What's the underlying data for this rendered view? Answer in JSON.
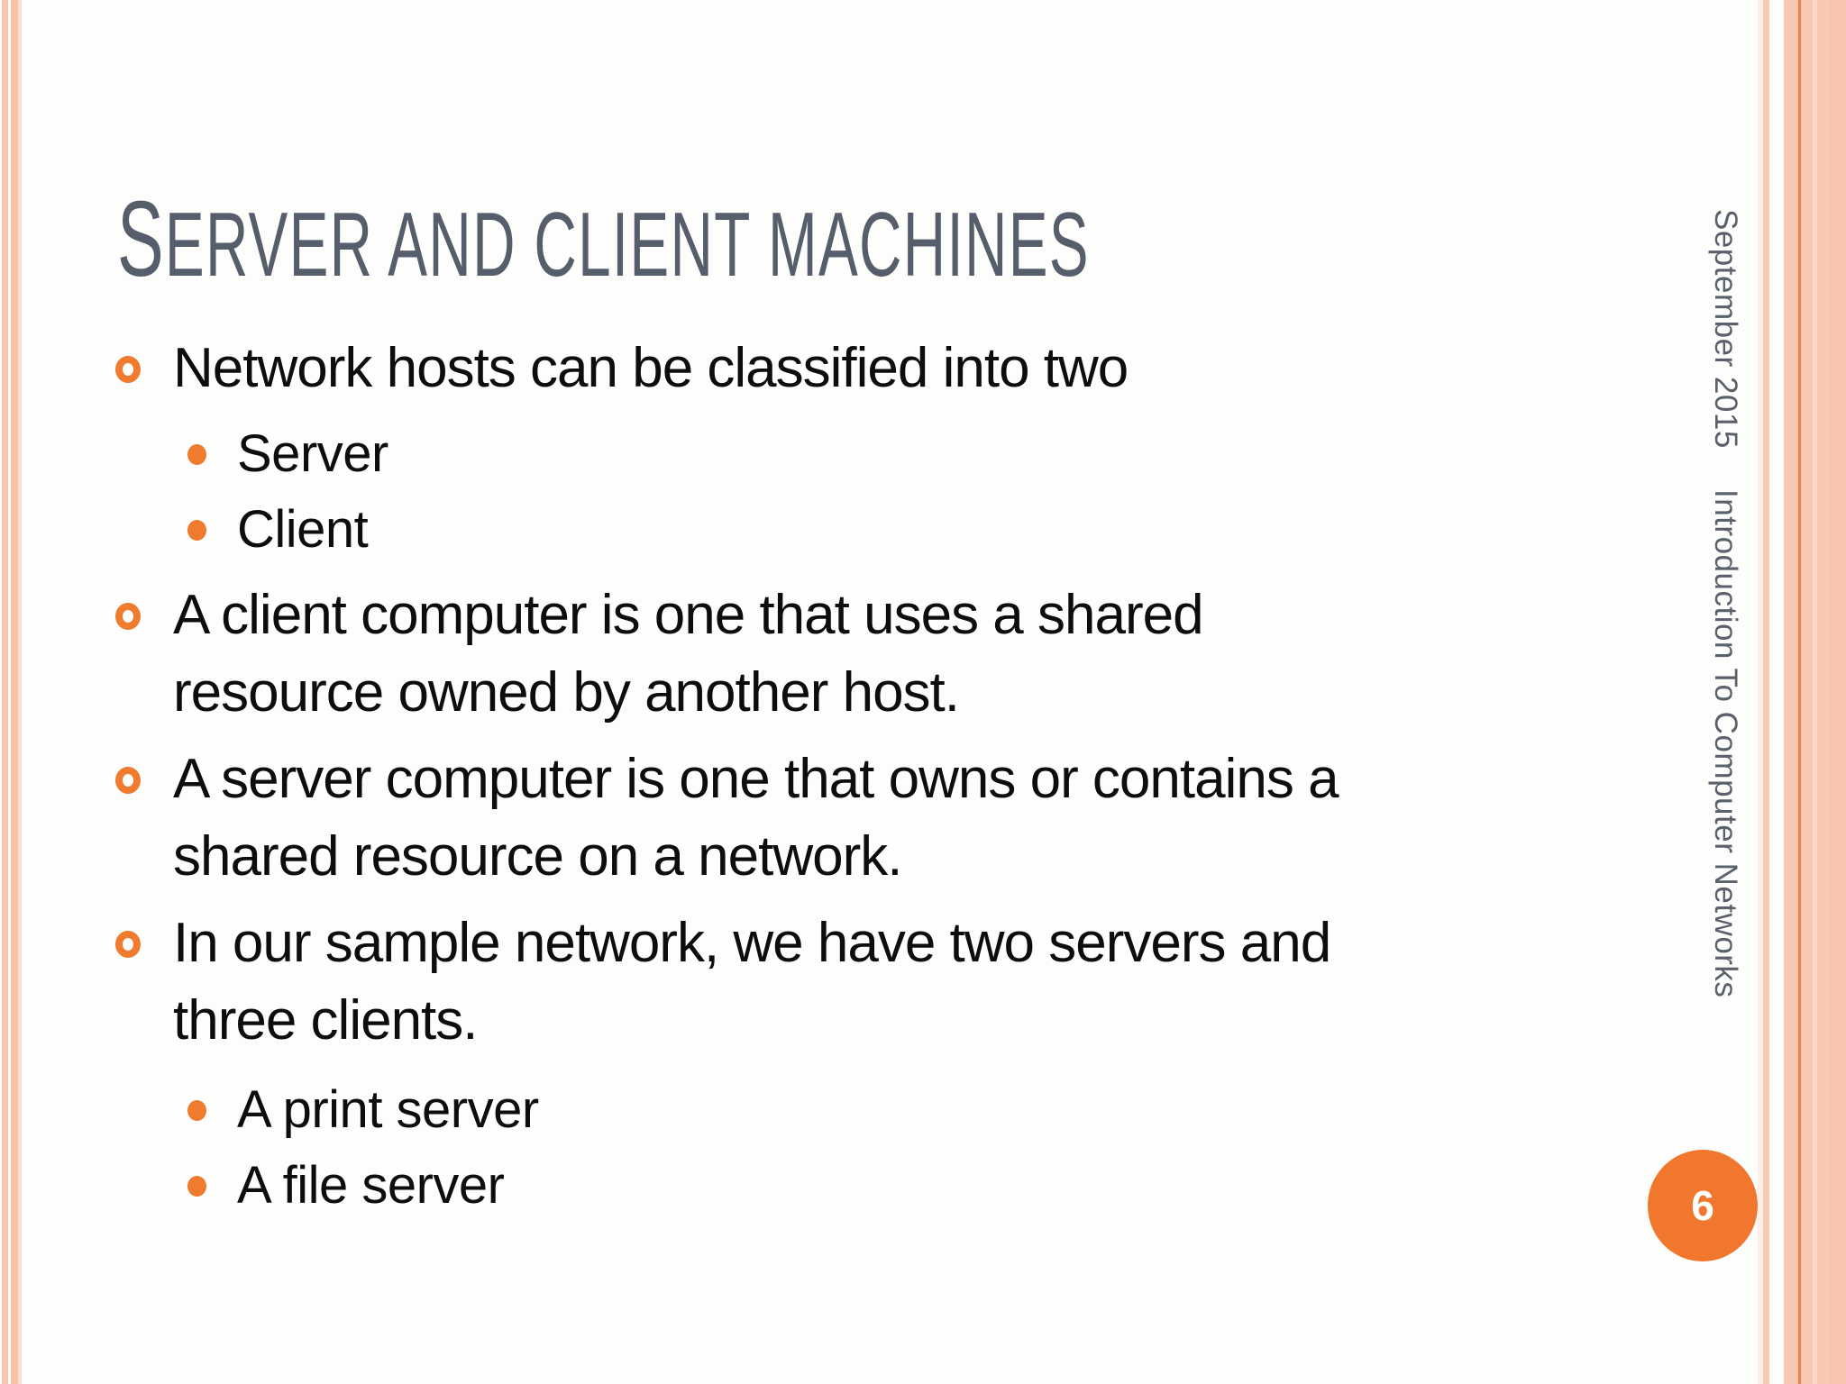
{
  "slide": {
    "title": {
      "first_letter": "S",
      "rest": "ERVER AND CLIENT MACHINES"
    },
    "bullets": [
      {
        "text": "Network hosts can be classified into two",
        "sub": [
          "Server",
          "Client"
        ]
      },
      {
        "text": "A client computer is one that uses a shared\nresource owned by another host.",
        "sub": []
      },
      {
        "text": "A server computer is one that owns or contains a\nshared resource on a network.",
        "sub": []
      },
      {
        "text": "In our sample network, we have two servers and\nthree clients.",
        "sub": [
          "A print server",
          "A file server"
        ]
      }
    ],
    "sidebar": {
      "date": "September 2015",
      "course": "Introduction To Computer Networks"
    },
    "page_number": "6",
    "colors": {
      "accent_orange": "#ee7b2e",
      "page_circle_orange": "#f2772e",
      "title_gray": "#575e6b",
      "sidebar_gray": "#5a616b",
      "border_salmon": "#f8c9b3",
      "body_text": "#0d0d0d",
      "background": "#fdfdfb"
    }
  }
}
